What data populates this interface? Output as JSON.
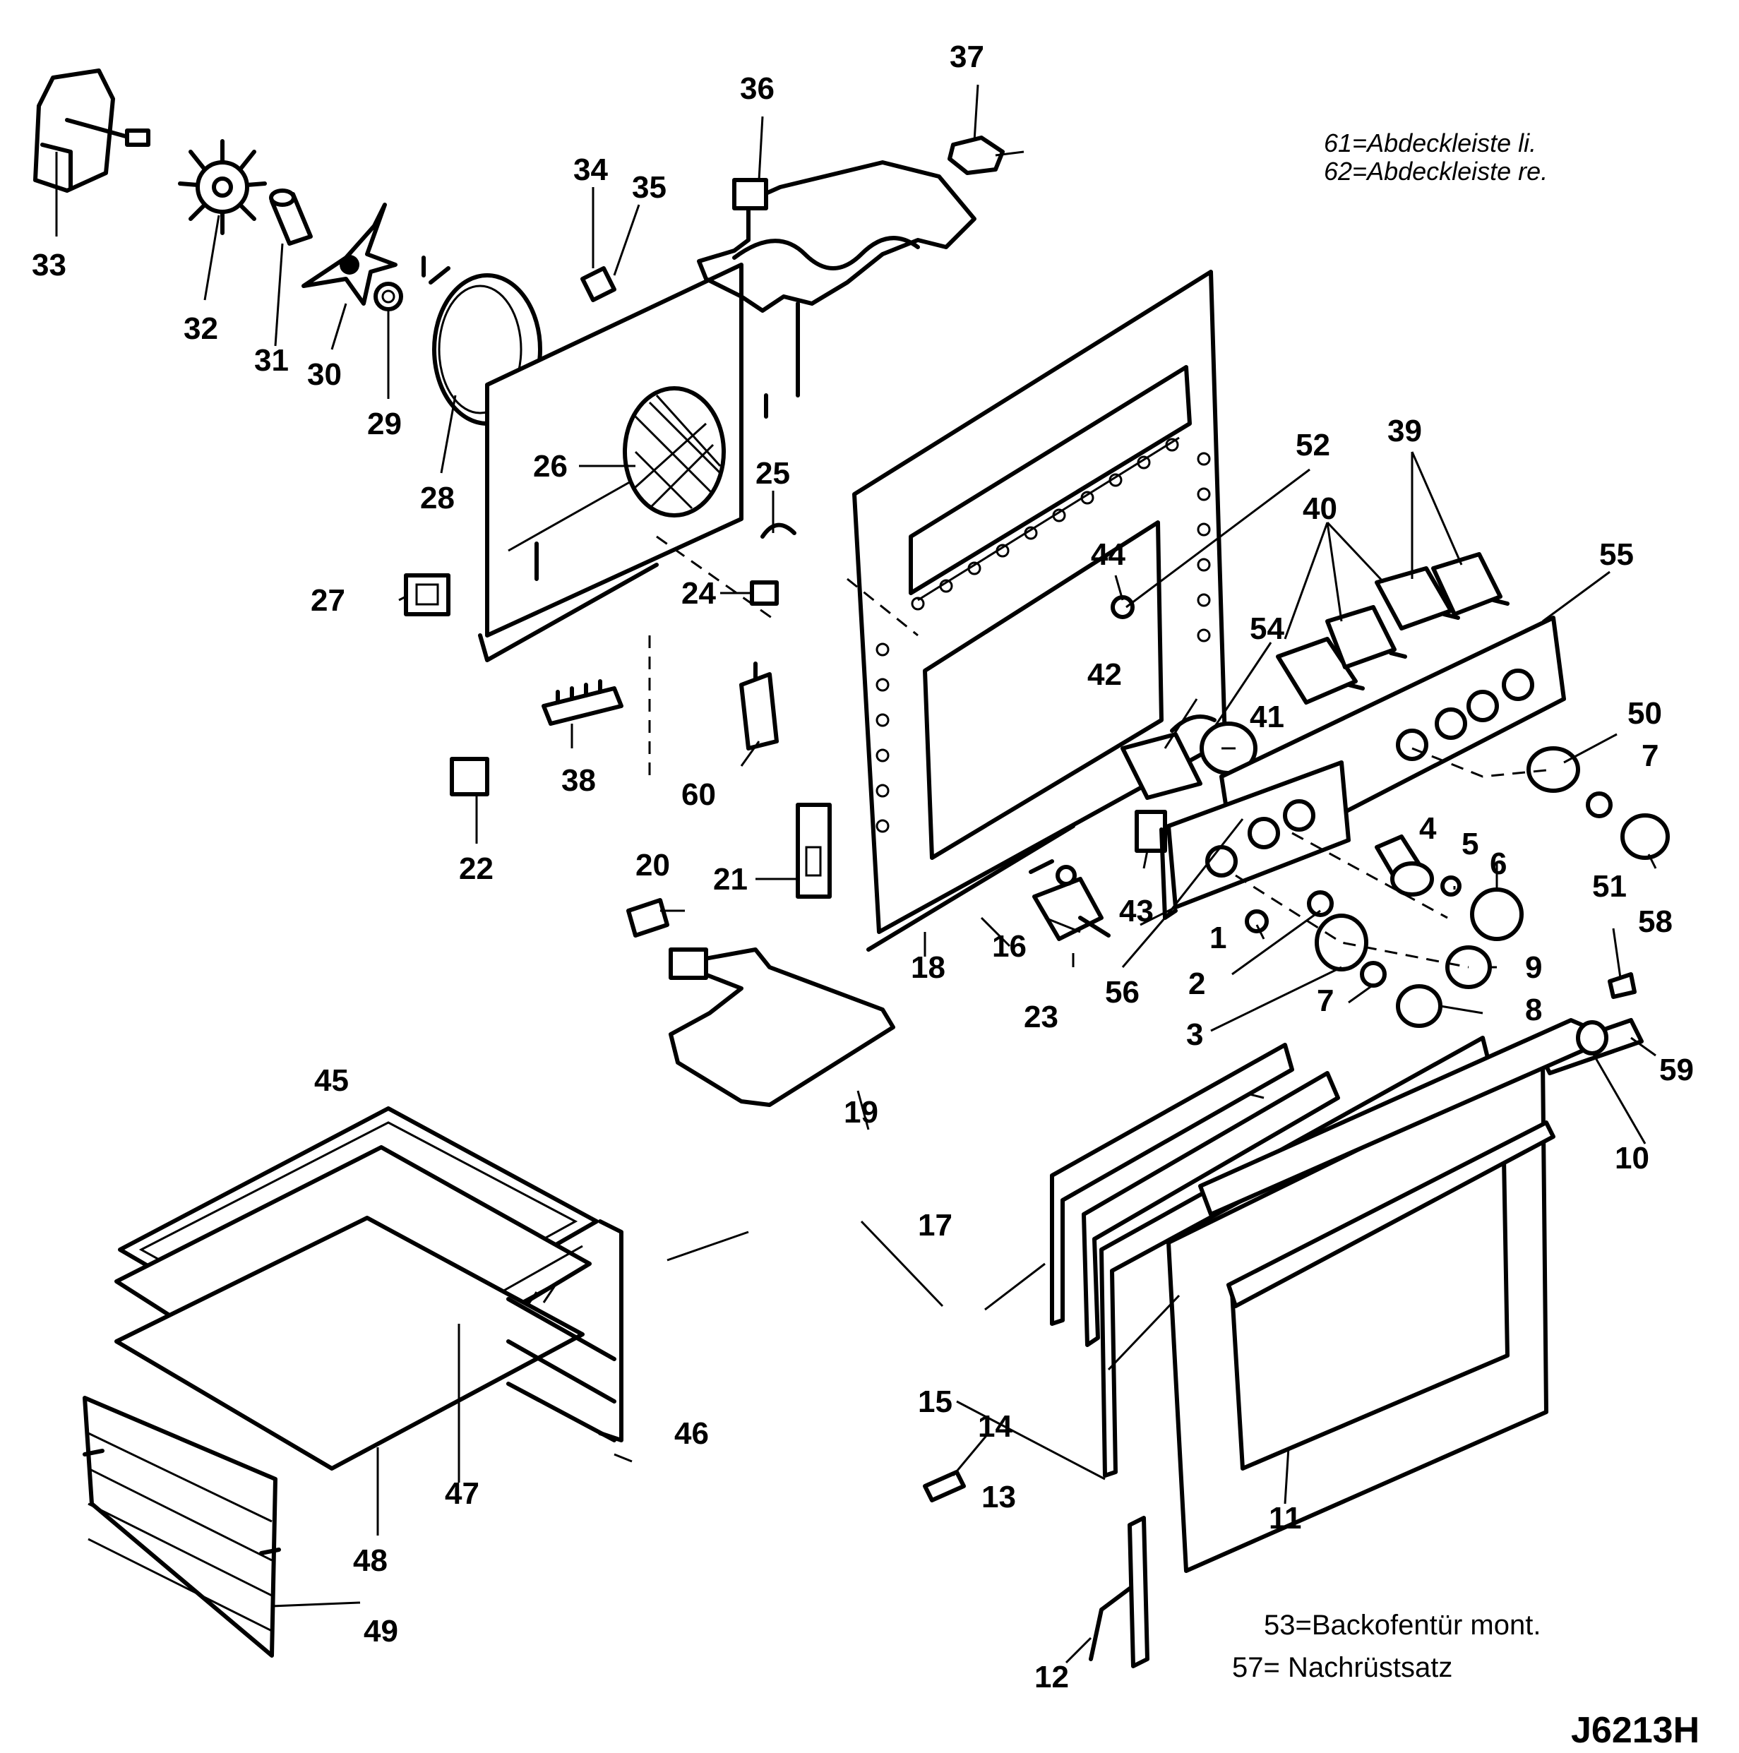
{
  "notes": {
    "note_61": "61=Abdeckleiste li.",
    "note_62": "62=Abdeckleiste re.",
    "note_53": "53=Backofentür  mont.",
    "note_57": "57= Nachrüstsatz",
    "drawing_code": "J6213H"
  },
  "labels": [
    "1",
    "2",
    "3",
    "4",
    "5",
    "6",
    "7",
    "7",
    "8",
    "9",
    "10",
    "11",
    "12",
    "13",
    "14",
    "15",
    "16",
    "17",
    "18",
    "19",
    "20",
    "21",
    "22",
    "23",
    "24",
    "25",
    "26",
    "27",
    "28",
    "29",
    "30",
    "31",
    "32",
    "33",
    "34",
    "35",
    "36",
    "37",
    "38",
    "39",
    "40",
    "41",
    "42",
    "43",
    "44",
    "45",
    "46",
    "47",
    "48",
    "49",
    "50",
    "51",
    "52",
    "54",
    "55",
    "56",
    "58",
    "59",
    "60"
  ]
}
